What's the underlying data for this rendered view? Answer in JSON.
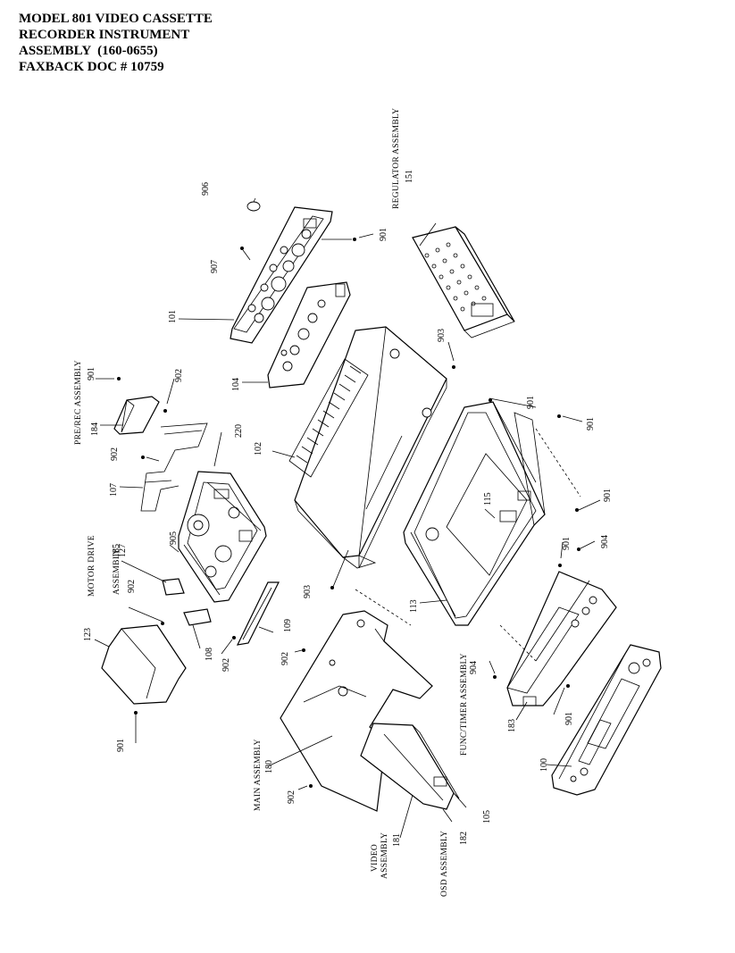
{
  "title": {
    "lines": [
      "MODEL 801 VIDEO CASSETTE",
      "RECORDER INSTRUMENT",
      "ASSEMBLY  (160-0655)",
      "FAXBACK DOC # 10759"
    ]
  },
  "assemblies": {
    "regulator": "REGULATOR ASSEMBLY",
    "prerec": "PRE/REC ASSEMBLY",
    "motor_drive_1": "MOTOR DRIVE",
    "motor_drive_2": "ASSEMBLY",
    "func_timer": "FUNC/TIMER ASSEMBLY",
    "main": "MAIN ASSEMBLY",
    "video_1": "VIDEO",
    "video_2": "ASSEMBLY",
    "osd": "OSD ASSEMBLY"
  },
  "part_numbers": {
    "p906": "906",
    "p907": "907",
    "p101": "101",
    "p901_a": "901",
    "p151": "151",
    "p903_a": "903",
    "p104": "104",
    "p102": "102",
    "p901_b": "901",
    "p902_a": "902",
    "p184": "184",
    "p220": "220",
    "p902_b": "902",
    "p107": "107",
    "p901_c": "901",
    "p901_d": "901",
    "p115": "115",
    "p901_e": "901",
    "p901_f": "901",
    "p904_a": "904",
    "p905": "905",
    "p127": "127",
    "p185": "185",
    "p902_c": "902",
    "p123": "123",
    "p108": "108",
    "p109": "109",
    "p902_d": "902",
    "p903_b": "903",
    "p113": "113",
    "p902_e": "902",
    "p904_b": "904",
    "p183": "183",
    "p901_g": "901",
    "p100": "100",
    "p901_h": "901",
    "p180": "180",
    "p902_f": "902",
    "p181": "181",
    "p182": "182",
    "p105": "105"
  }
}
